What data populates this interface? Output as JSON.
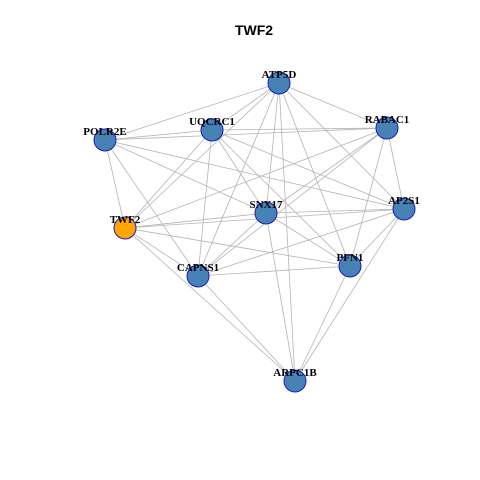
{
  "graph": {
    "title": "TWF2",
    "colors": {
      "default_node": "#4682B4",
      "highlight_node": "#FFA500",
      "node_border": "#1A1ACC",
      "edge": "#B4B4B4"
    },
    "nodes": [
      {
        "id": "ATP5D",
        "label": "ATP5D",
        "highlight": false
      },
      {
        "id": "RABAC1",
        "label": "RABAC1",
        "highlight": false
      },
      {
        "id": "UQCRC1",
        "label": "UQCRC1",
        "highlight": false
      },
      {
        "id": "POLR2E",
        "label": "POLR2E",
        "highlight": false
      },
      {
        "id": "SNX17",
        "label": "SNX17",
        "highlight": false
      },
      {
        "id": "AP2S1",
        "label": "AP2S1",
        "highlight": false
      },
      {
        "id": "TWF2",
        "label": "TWF2",
        "highlight": true
      },
      {
        "id": "CAPNS1",
        "label": "CAPNS1",
        "highlight": false
      },
      {
        "id": "PFN1",
        "label": "PFN1",
        "highlight": false
      },
      {
        "id": "ARPC1B",
        "label": "ARPC1B",
        "highlight": false
      }
    ],
    "edges": [
      [
        "ATP5D",
        "POLR2E"
      ],
      [
        "ATP5D",
        "UQCRC1"
      ],
      [
        "ATP5D",
        "RABAC1"
      ],
      [
        "ATP5D",
        "SNX17"
      ],
      [
        "ATP5D",
        "AP2S1"
      ],
      [
        "ATP5D",
        "PFN1"
      ],
      [
        "ATP5D",
        "CAPNS1"
      ],
      [
        "ATP5D",
        "TWF2"
      ],
      [
        "ATP5D",
        "ARPC1B"
      ],
      [
        "UQCRC1",
        "POLR2E"
      ],
      [
        "UQCRC1",
        "RABAC1"
      ],
      [
        "UQCRC1",
        "SNX17"
      ],
      [
        "UQCRC1",
        "AP2S1"
      ],
      [
        "UQCRC1",
        "PFN1"
      ],
      [
        "UQCRC1",
        "CAPNS1"
      ],
      [
        "UQCRC1",
        "TWF2"
      ],
      [
        "POLR2E",
        "RABAC1"
      ],
      [
        "POLR2E",
        "SNX17"
      ],
      [
        "POLR2E",
        "AP2S1"
      ],
      [
        "POLR2E",
        "TWF2"
      ],
      [
        "POLR2E",
        "CAPNS1"
      ],
      [
        "RABAC1",
        "SNX17"
      ],
      [
        "RABAC1",
        "AP2S1"
      ],
      [
        "RABAC1",
        "PFN1"
      ],
      [
        "RABAC1",
        "TWF2"
      ],
      [
        "RABAC1",
        "CAPNS1"
      ],
      [
        "SNX17",
        "AP2S1"
      ],
      [
        "SNX17",
        "PFN1"
      ],
      [
        "SNX17",
        "CAPNS1"
      ],
      [
        "SNX17",
        "TWF2"
      ],
      [
        "SNX17",
        "ARPC1B"
      ],
      [
        "AP2S1",
        "TWF2"
      ],
      [
        "AP2S1",
        "CAPNS1"
      ],
      [
        "AP2S1",
        "PFN1"
      ],
      [
        "AP2S1",
        "ARPC1B"
      ],
      [
        "TWF2",
        "PFN1"
      ],
      [
        "TWF2",
        "CAPNS1"
      ],
      [
        "TWF2",
        "ARPC1B"
      ],
      [
        "CAPNS1",
        "PFN1"
      ],
      [
        "CAPNS1",
        "ARPC1B"
      ],
      [
        "PFN1",
        "ARPC1B"
      ]
    ]
  }
}
